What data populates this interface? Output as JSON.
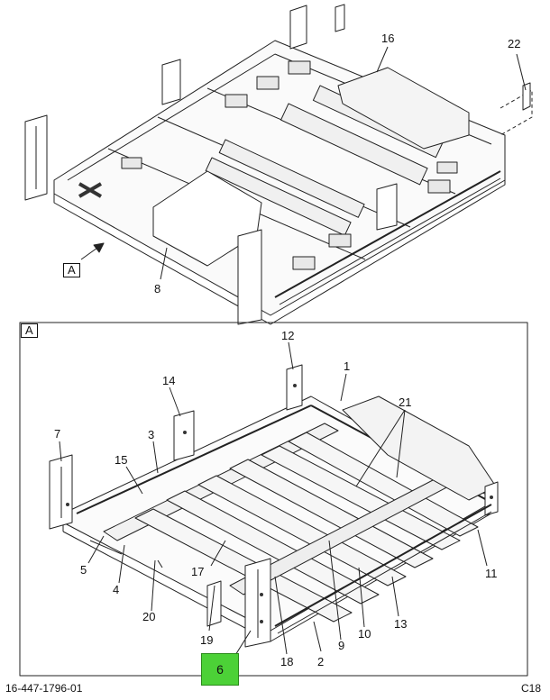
{
  "upper_view": {
    "view_label": "A",
    "callouts": {
      "c16": "16",
      "c22": "22",
      "c8": "8"
    }
  },
  "detail_view": {
    "frame_label": "A",
    "callouts": {
      "c12": "12",
      "c1": "1",
      "c14": "14",
      "c21": "21",
      "c7": "7",
      "c3": "3",
      "c15": "15",
      "c5": "5",
      "c4": "4",
      "c17": "17",
      "c11": "11",
      "c20": "20",
      "c19": "19",
      "c18": "18",
      "c9": "9",
      "c10": "10",
      "c13": "13",
      "c2": "2"
    },
    "highlighted_callout": "6",
    "highlight_color": "#4cd137"
  },
  "footer": {
    "drawing_number": "16-447-1796-01",
    "sheet_ref": "C18"
  }
}
